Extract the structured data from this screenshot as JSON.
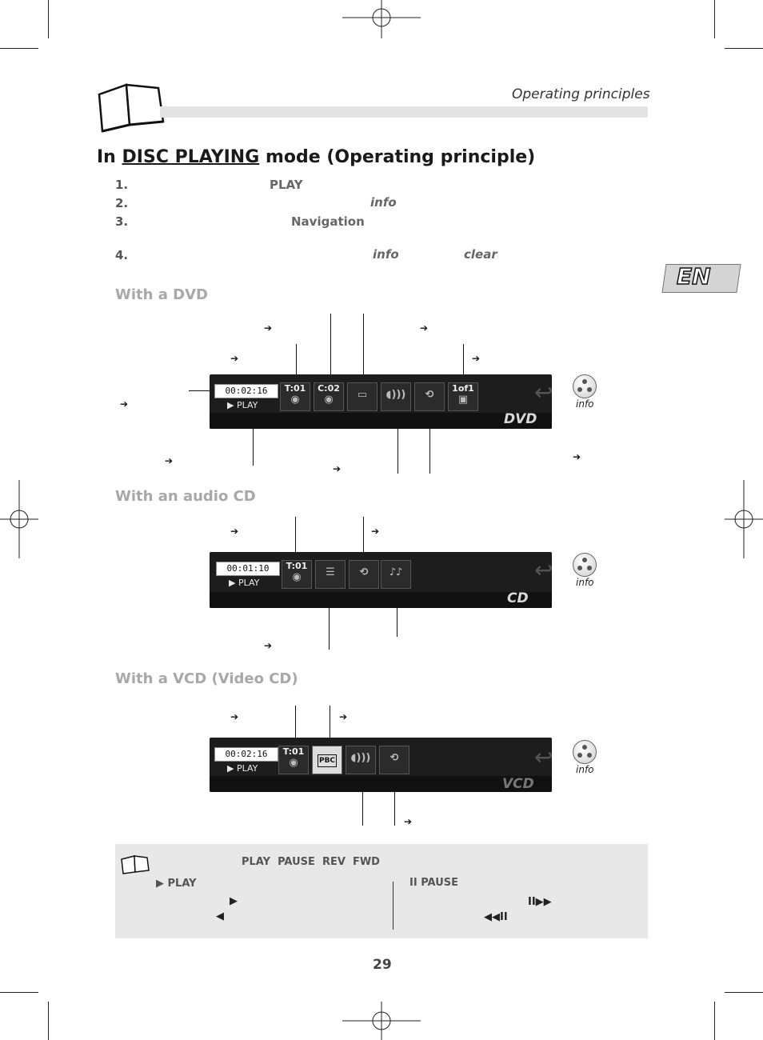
{
  "header": {
    "section": "Operating principles"
  },
  "title": {
    "prefix": "In",
    "underlined": "DISC PLAYING",
    "suffix": "mode (Operating principle)"
  },
  "steps": [
    {
      "num": "1.",
      "keyword": "PLAY"
    },
    {
      "num": "2.",
      "keyword": "info"
    },
    {
      "num": "3.",
      "keyword": "Navigation"
    },
    {
      "num": "4.",
      "keyword": "info",
      "keyword2": "clear"
    }
  ],
  "sections": {
    "dvd": "With a DVD",
    "cd": "With an audio CD",
    "vcd": "With a VCD (Video CD)"
  },
  "osd": {
    "dvd": {
      "time": "00:02:16",
      "play": "▶ PLAY",
      "title": "T:01",
      "chapter": "C:02",
      "angle": "1of1",
      "brand": "DVD"
    },
    "cd": {
      "time": "00:01:10",
      "play": "▶ PLAY",
      "title": "T:01",
      "brand": "CD"
    },
    "vcd": {
      "time": "00:02:16",
      "play": "▶ PLAY",
      "title": "T:01",
      "pbc": "PBC",
      "brand": "VCD"
    }
  },
  "info_label": "info",
  "language_tab": "EN",
  "note": {
    "keywords": "PLAY  PAUSE  REV  FWD",
    "play": "▶ PLAY",
    "pause": "II PAUSE",
    "play_glyph": "▶",
    "rev_glyph": "◀",
    "step_fwd_glyph": "II▶▶",
    "step_rev_glyph": "◀◀II"
  },
  "page_number": "29"
}
